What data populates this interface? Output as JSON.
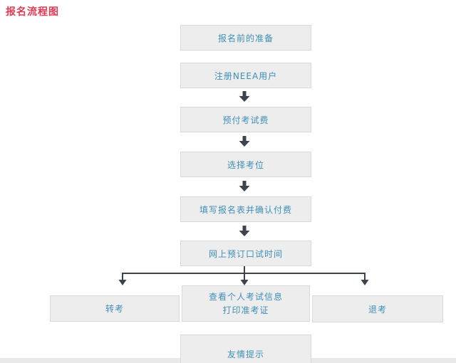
{
  "page": {
    "title": "报名流程图"
  },
  "colors": {
    "title_text": "#e23a52",
    "step_text": "#3e8fb8",
    "box_background": "#ededed",
    "box_border": "#d9d9d9",
    "arrow": "#3c434d",
    "bottom_strip": "#e9e9e9"
  },
  "flow": {
    "steps": [
      {
        "label": "报名前的准备"
      },
      {
        "label": "注册NEEA用户"
      },
      {
        "label": "预付考试费"
      },
      {
        "label": "选择考位"
      },
      {
        "label": "填写报名表并确认付费"
      },
      {
        "label": "网上预订口试时间"
      }
    ],
    "branches": {
      "left": {
        "label": "转考"
      },
      "center": {
        "line1": "查看个人考试信息",
        "line2": "打印准考证"
      },
      "right": {
        "label": "退考"
      }
    },
    "footer": {
      "label": "友情提示"
    }
  }
}
